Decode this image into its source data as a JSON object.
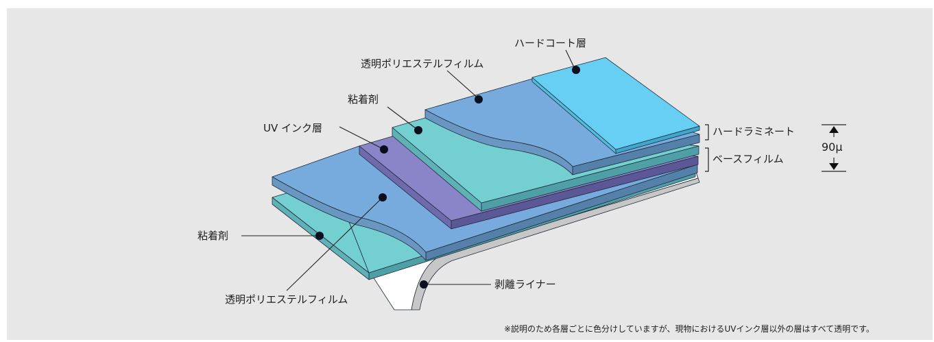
{
  "labels": {
    "hard_coat": "ハードコート層",
    "top_pet_film": "透明ポリエステルフィルム",
    "top_adhesive": "粘着剤",
    "uv_ink": "UV インク層",
    "bottom_adhesive": "粘着剤",
    "bottom_pet_film": "透明ポリエステルフィルム",
    "release_liner": "剥離ライナー",
    "hard_laminate": "ハードラミネート",
    "base_film": "ベースフィルム",
    "thickness": "90μ"
  },
  "footnote": "※説明のため各層ごとに色分けしていますが、現物におけるUVインク層以外の層はすべて透明です。",
  "colors": {
    "background": "#e7e7e7",
    "hard_coat": "#67cff3",
    "pet_film": "#77abdd",
    "adhesive": "#74cfd0",
    "uv_ink": "#8a84c8",
    "release_liner": "#ffffff",
    "outline": "#1e2a3a"
  }
}
